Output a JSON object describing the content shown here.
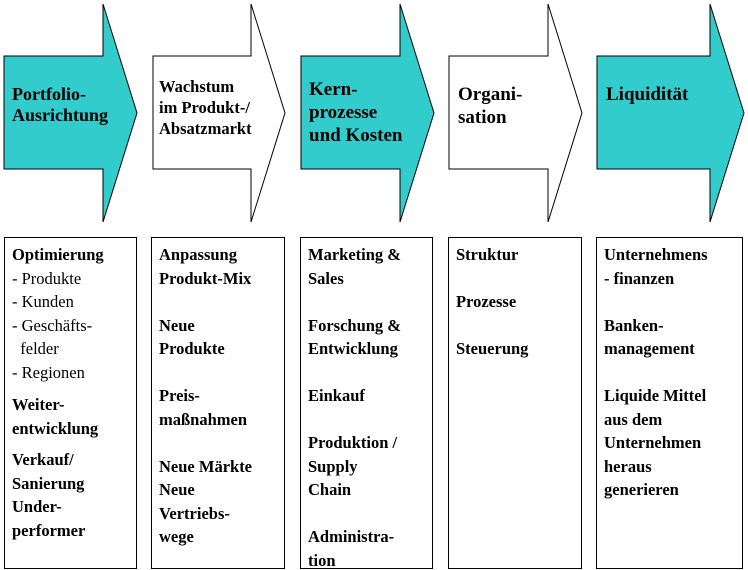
{
  "colors": {
    "teal": "#33CCCC",
    "white": "#FFFFFF",
    "stroke": "#000000"
  },
  "arrows": [
    {
      "fill": "teal",
      "lines": [
        "Portfolio-",
        "Ausrichtung"
      ]
    },
    {
      "fill": "white",
      "lines": [
        "Wachstum",
        "im Produkt-/",
        "Absatzmarkt"
      ]
    },
    {
      "fill": "teal",
      "lines": [
        "Kern-",
        "prozesse",
        "und Kosten"
      ]
    },
    {
      "fill": "white",
      "lines": [
        "Organi-",
        "sation"
      ]
    },
    {
      "fill": "teal",
      "lines": [
        "Liquidität"
      ]
    }
  ],
  "boxes": [
    {
      "blocks": [
        {
          "lines": [
            "Optimierung"
          ],
          "sub": [
            "- Produkte",
            "- Kunden",
            "- Geschäfts-",
            "  felder",
            "- Regionen"
          ]
        },
        {
          "lines": [
            "Weiter-",
            "entwicklung"
          ]
        },
        {
          "lines": [
            "Verkauf/",
            "Sanierung",
            "Under-",
            "performer"
          ]
        }
      ]
    },
    {
      "blocks": [
        {
          "lines": [
            "Anpassung",
            "Produkt-Mix"
          ]
        },
        {
          "lines": [
            "Neue",
            "Produkte"
          ]
        },
        {
          "lines": [
            "Preis-",
            "maßnahmen"
          ]
        },
        {
          "lines": [
            "Neue Märkte",
            "Neue",
            "Vertriebs-",
            "wege"
          ]
        }
      ]
    },
    {
      "blocks": [
        {
          "lines": [
            "Marketing &",
            "Sales"
          ]
        },
        {
          "lines": [
            "Forschung &",
            "Entwicklung"
          ]
        },
        {
          "lines": [
            "Einkauf"
          ]
        },
        {
          "lines": [
            "Produktion /",
            "Supply",
            "Chain"
          ]
        },
        {
          "lines": [
            "Administra-",
            "tion"
          ]
        }
      ]
    },
    {
      "blocks": [
        {
          "lines": [
            "Struktur"
          ]
        },
        {
          "lines": [
            "Prozesse"
          ]
        },
        {
          "lines": [
            "Steuerung"
          ]
        }
      ]
    },
    {
      "blocks": [
        {
          "lines": [
            "Unternehmens",
            "- finanzen"
          ]
        },
        {
          "lines": [
            "Banken-",
            "management"
          ]
        },
        {
          "lines": [
            "Liquide Mittel",
            "aus dem",
            "Unternehmen",
            "heraus",
            "generieren"
          ]
        }
      ]
    }
  ]
}
